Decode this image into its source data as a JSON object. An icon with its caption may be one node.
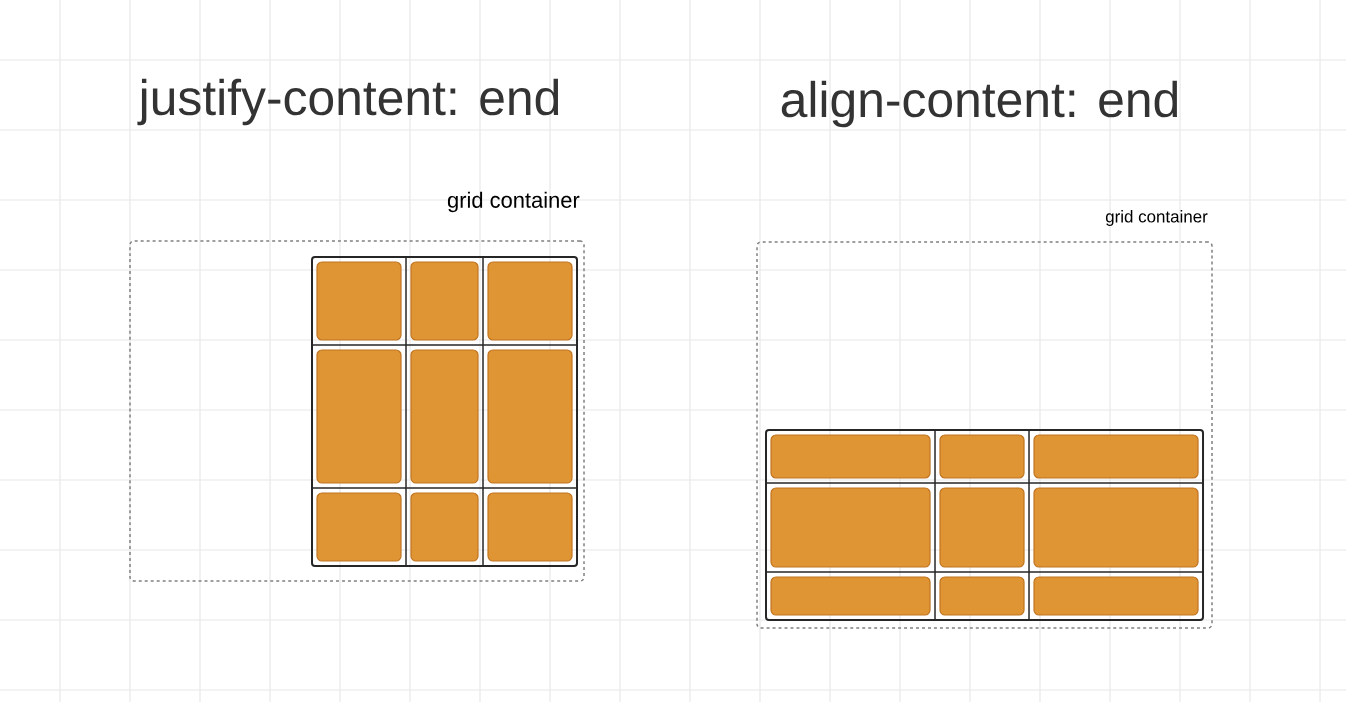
{
  "diagram": {
    "nodes": [
      {
        "text": [
          "grid container"
        ]
      },
      {
        "text": [],
        "shape": "box",
        "in": 0
      },
      {
        "text": [],
        "shape": "box",
        "in": 1
      },
      {
        "text": [],
        "shape": "box",
        "in": 1
      },
      {
        "text": [],
        "shape": "box",
        "in": 1
      },
      {
        "text": [],
        "shape": "box",
        "in": 1
      },
      {
        "text": [],
        "shape": "box",
        "in": 1
      },
      {
        "text": [],
        "shape": "box",
        "in": 1
      },
      {
        "text": [],
        "shape": "box",
        "in": 1
      },
      {
        "text": [],
        "shape": "box",
        "in": 1
      },
      {
        "text": [],
        "shape": "box",
        "in": 1
      },
      {
        "text": [
          "grid container"
        ]
      },
      {
        "text": [],
        "shape": "box",
        "in": 11
      },
      {
        "text": [],
        "shape": "box",
        "in": 12
      },
      {
        "text": [],
        "shape": "box",
        "in": 12
      },
      {
        "text": [],
        "shape": "box",
        "in": 12
      },
      {
        "text": [],
        "shape": "box",
        "in": 12
      },
      {
        "text": [],
        "shape": "box",
        "in": 12
      },
      {
        "text": [],
        "shape": "box",
        "in": 12
      },
      {
        "text": [],
        "shape": "box",
        "in": 12
      },
      {
        "text": [],
        "shape": "box",
        "in": 12
      },
      {
        "text": [],
        "shape": "box",
        "in": 12
      }
    ],
    "edges": [],
    "labels": [
      "justify-content: end",
      "align-content: end"
    ]
  }
}
